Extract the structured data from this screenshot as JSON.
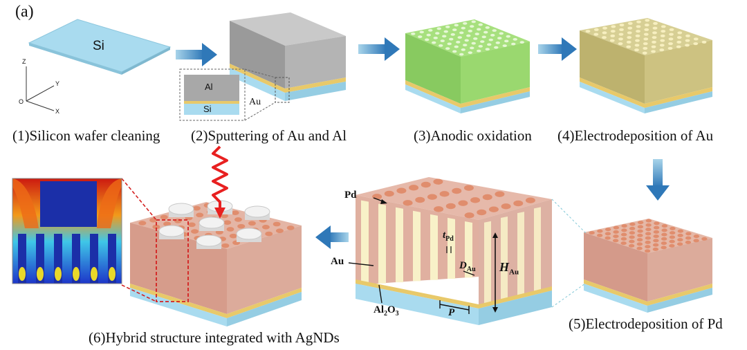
{
  "panel_label": "(a)",
  "steps": [
    {
      "caption": "(1)Silicon wafer cleaning"
    },
    {
      "caption": "(2)Sputtering of Au and Al"
    },
    {
      "caption": "(3)Anodic oxidation"
    },
    {
      "caption": "(4)Electrodeposition of Au"
    },
    {
      "caption": "(5)Electrodeposition of Pd"
    },
    {
      "caption": "(6)Hybrid structure integrated with AgNDs"
    }
  ],
  "labels": {
    "si": "Si",
    "inset_al": "Al",
    "inset_si": "Si",
    "inset_au": "Au",
    "axis_z": "Z",
    "axis_y": "Y",
    "axis_x": "X",
    "axis_o": "O",
    "pd": "Pd",
    "au": "Au",
    "al2o3_main": "Al",
    "al2o3_sub2": "2",
    "al2o3_o": "O",
    "al2o3_sub3": "3",
    "p": "P",
    "t_main": "t",
    "t_sub": "Pd",
    "d_main": "D",
    "d_sub": "Au",
    "h_main": "H",
    "h_sub": "Au"
  },
  "colors": {
    "si": "#a9dbef",
    "al": "#a8a8a8",
    "anodic": "#8fd36a",
    "au_rod": "#f7efc0",
    "pd_cap": "#e08d6d",
    "pillar": "#d49a8a",
    "arrow": "#3f88c2",
    "laser": "#e82020"
  }
}
